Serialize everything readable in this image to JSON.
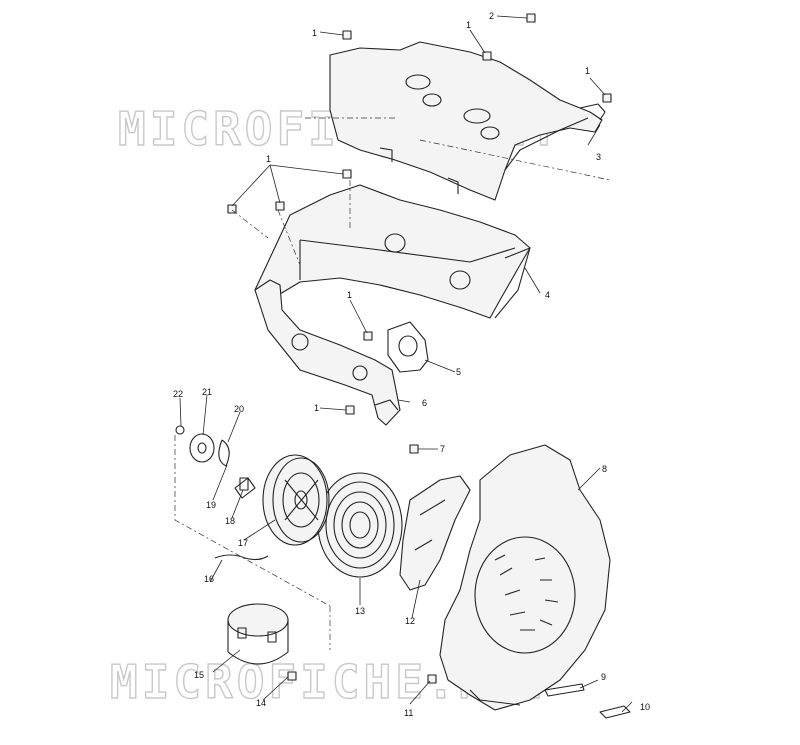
{
  "watermark": {
    "top": "MICROFICHE.NET",
    "bottom": "MICROFICHE.NET"
  },
  "callouts": {
    "c1a": "1",
    "c1b": "1",
    "c1c": "1",
    "c1d": "1",
    "c1e": "1",
    "c1f": "1",
    "c2": "2",
    "c3": "3",
    "c4": "4",
    "c5": "5",
    "c6": "6",
    "c7": "7",
    "c8": "8",
    "c9": "9",
    "c10": "10",
    "c11": "11",
    "c12": "12",
    "c13": "13",
    "c14": "14",
    "c15": "15",
    "c16": "16",
    "c17": "17",
    "c18": "18",
    "c19": "19",
    "c20": "20",
    "c21": "21",
    "c22": "22"
  }
}
